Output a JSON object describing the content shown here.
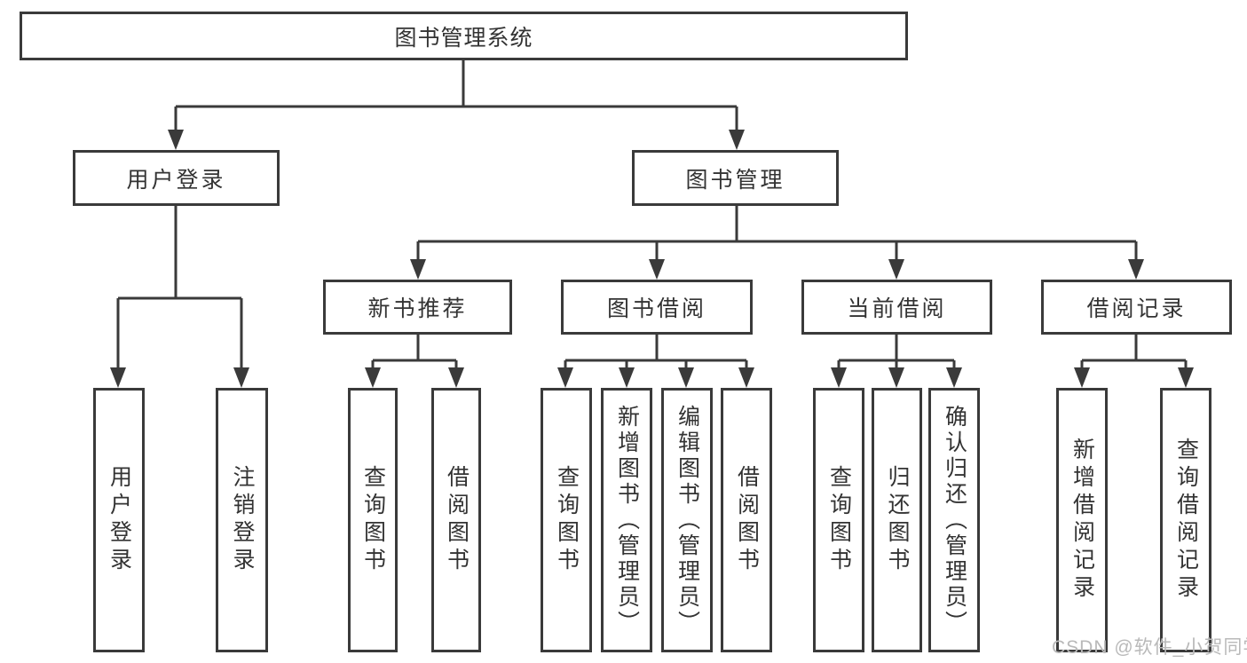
{
  "diagram": {
    "root": "图书管理系统",
    "level2": {
      "user_login": "用户登录",
      "book_mgmt": "图书管理"
    },
    "level3": {
      "new_rec": "新书推荐",
      "borrow": "图书借阅",
      "current": "当前借阅",
      "records": "借阅记录"
    },
    "leaves": {
      "login": "用户登录",
      "logout": "注销登录",
      "rec_query": "查询图书",
      "rec_borrow": "借阅图书",
      "bb_query": "查询图书",
      "bb_add": "新增图书（管理员）",
      "bb_edit": "编辑图书（管理员）",
      "bb_borrow": "借阅图书",
      "cb_query": "查询图书",
      "cb_return": "归还图书",
      "cb_confirm": "确认归还（管理员）",
      "br_add": "新增借阅记录",
      "br_query": "查询借阅记录"
    }
  },
  "watermark": "CSDN @软件_小贺同学",
  "colors": {
    "line": "#3a3a3a",
    "text": "#333333",
    "watermark": "#b9b9b9",
    "background": "#ffffff"
  }
}
